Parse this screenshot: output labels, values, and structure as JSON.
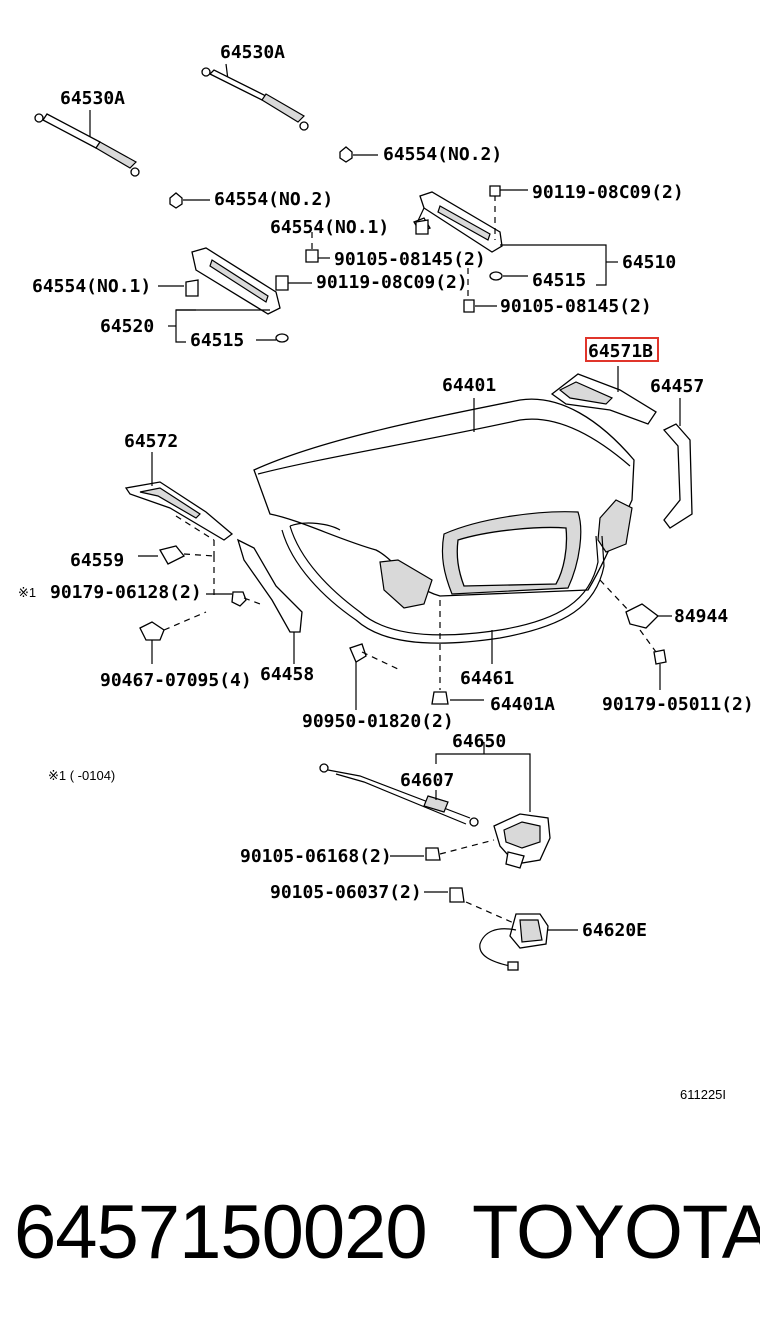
{
  "labels": {
    "p64530A_top": "64530A",
    "p64530A_left": "64530A",
    "p64554_no2_right": "64554(NO.2)",
    "p64554_no2_left": "64554(NO.2)",
    "p90119_right": "90119-08C09(2)",
    "p64554_no1_mid": "64554(NO.1)",
    "p90105_08145_upper": "90105-08145(2)",
    "p64510": "64510",
    "p64515_right": "64515",
    "p64554_no1_left": "64554(NO.1)",
    "p90119_left": "90119-08C09(2)",
    "p90105_08145_lower": "90105-08145(2)",
    "p64520": "64520",
    "p64515_left": "64515",
    "p64571B": "64571B",
    "p64401": "64401",
    "p64457": "64457",
    "p64572": "64572",
    "p64559": "64559",
    "p90179_06128": "90179-06128(2)",
    "p84944": "84944",
    "p90467": "90467-07095(4)",
    "p64458": "64458",
    "p64461": "64461",
    "p64401A": "64401A",
    "p90179_05011": "90179-05011(2)",
    "p90950": "90950-01820(2)",
    "p64650": "64650",
    "p64607": "64607",
    "p90105_06168": "90105-06168(2)",
    "p90105_06037": "90105-06037(2)",
    "p64620E": "64620E"
  },
  "notes": {
    "mark_1": "※1",
    "footnote": "※1 (      -0104)",
    "figure_id": "611225I"
  },
  "highlight": {
    "part": "64571B",
    "color": "#e0352b"
  },
  "footer": {
    "part_number": "6457150020",
    "brand": "TOYOTA"
  }
}
